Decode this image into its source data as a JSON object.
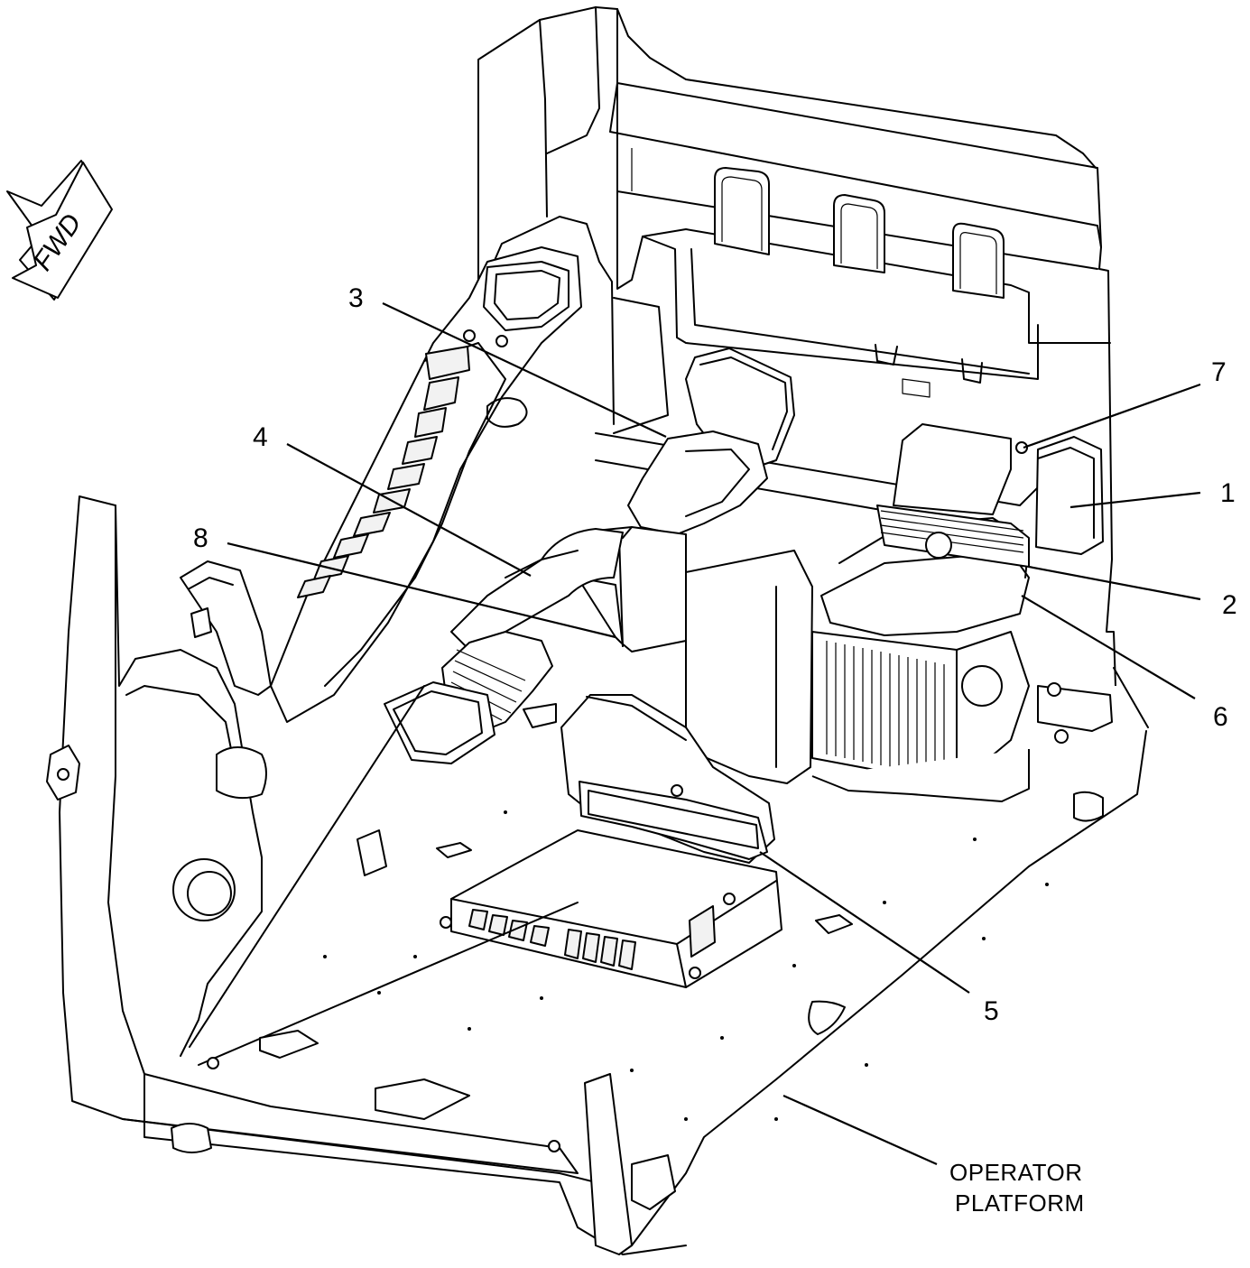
{
  "diagram": {
    "direction_arrow": {
      "label": "FWD",
      "icon": "fwd-arrow-icon"
    },
    "callouts": [
      {
        "id": "1",
        "label": "1"
      },
      {
        "id": "2",
        "label": "2"
      },
      {
        "id": "3",
        "label": "3"
      },
      {
        "id": "4",
        "label": "4"
      },
      {
        "id": "5",
        "label": "5"
      },
      {
        "id": "6",
        "label": "6"
      },
      {
        "id": "7",
        "label": "7"
      },
      {
        "id": "8",
        "label": "8"
      }
    ],
    "platform_label": {
      "line1": "OPERATOR",
      "line2": "PLATFORM"
    }
  }
}
